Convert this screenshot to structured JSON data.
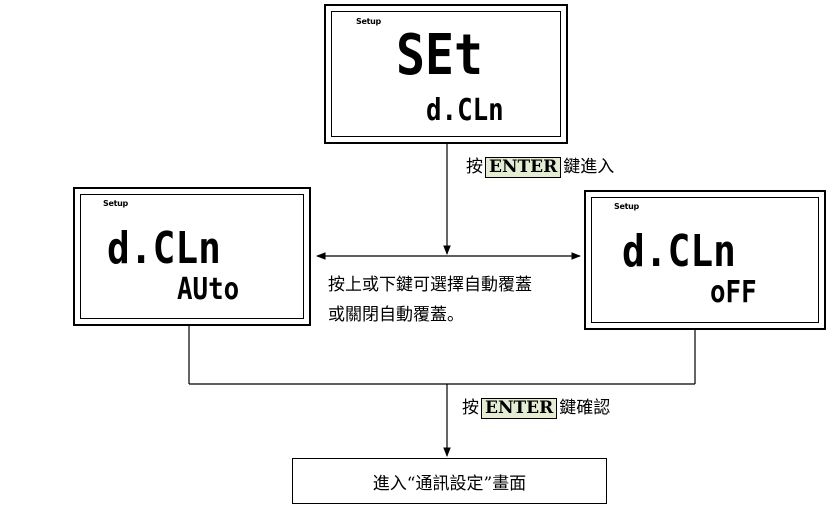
{
  "top_display": {
    "label": "Setup",
    "main": "SEt",
    "sub": "d.CLn"
  },
  "left_display": {
    "label": "Setup",
    "main": "d.CLn",
    "sub": "AUto"
  },
  "right_display": {
    "label": "Setup",
    "main": "d.CLn",
    "sub": "oFF"
  },
  "step1": {
    "prefix": "按",
    "key": "ENTER",
    "suffix": "鍵進入"
  },
  "middle_note": {
    "line1": "按上或下鍵可選擇自動覆蓋",
    "line2": "或關閉自動覆蓋。"
  },
  "step2": {
    "prefix": "按",
    "key": "ENTER",
    "suffix": "鍵確認"
  },
  "destination": "進入“通訊設定”畫面"
}
